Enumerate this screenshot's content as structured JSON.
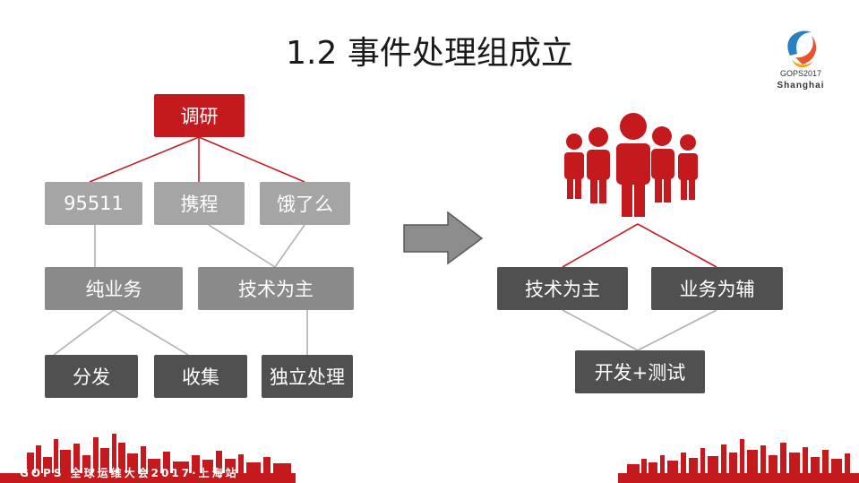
{
  "slide": {
    "title": "1.2 事件处理组成立",
    "logo": {
      "line1": "GOPS2017",
      "line2": "Shanghai"
    },
    "footer": "GOPS 全球运维大会2017·上海站"
  },
  "left_tree": {
    "root": "调研",
    "sources": [
      "95511",
      "携程",
      "饿了么"
    ],
    "categories": [
      "纯业务",
      "技术为主"
    ],
    "leaves": [
      "分发",
      "收集",
      "独立处理"
    ]
  },
  "right_tree": {
    "nodes": [
      "技术为主",
      "业务为辅"
    ],
    "result": "开发+测试"
  },
  "colors": {
    "red": "#c41a1e",
    "light_gray": "#a5a5a5",
    "mid_gray": "#8a8a8a",
    "dark_gray": "#505050",
    "arrow_gray": "#8c8c8c"
  },
  "icons": [
    "people-group-icon",
    "right-arrow-icon",
    "gops-logo-icon",
    "city-skyline-icon"
  ]
}
